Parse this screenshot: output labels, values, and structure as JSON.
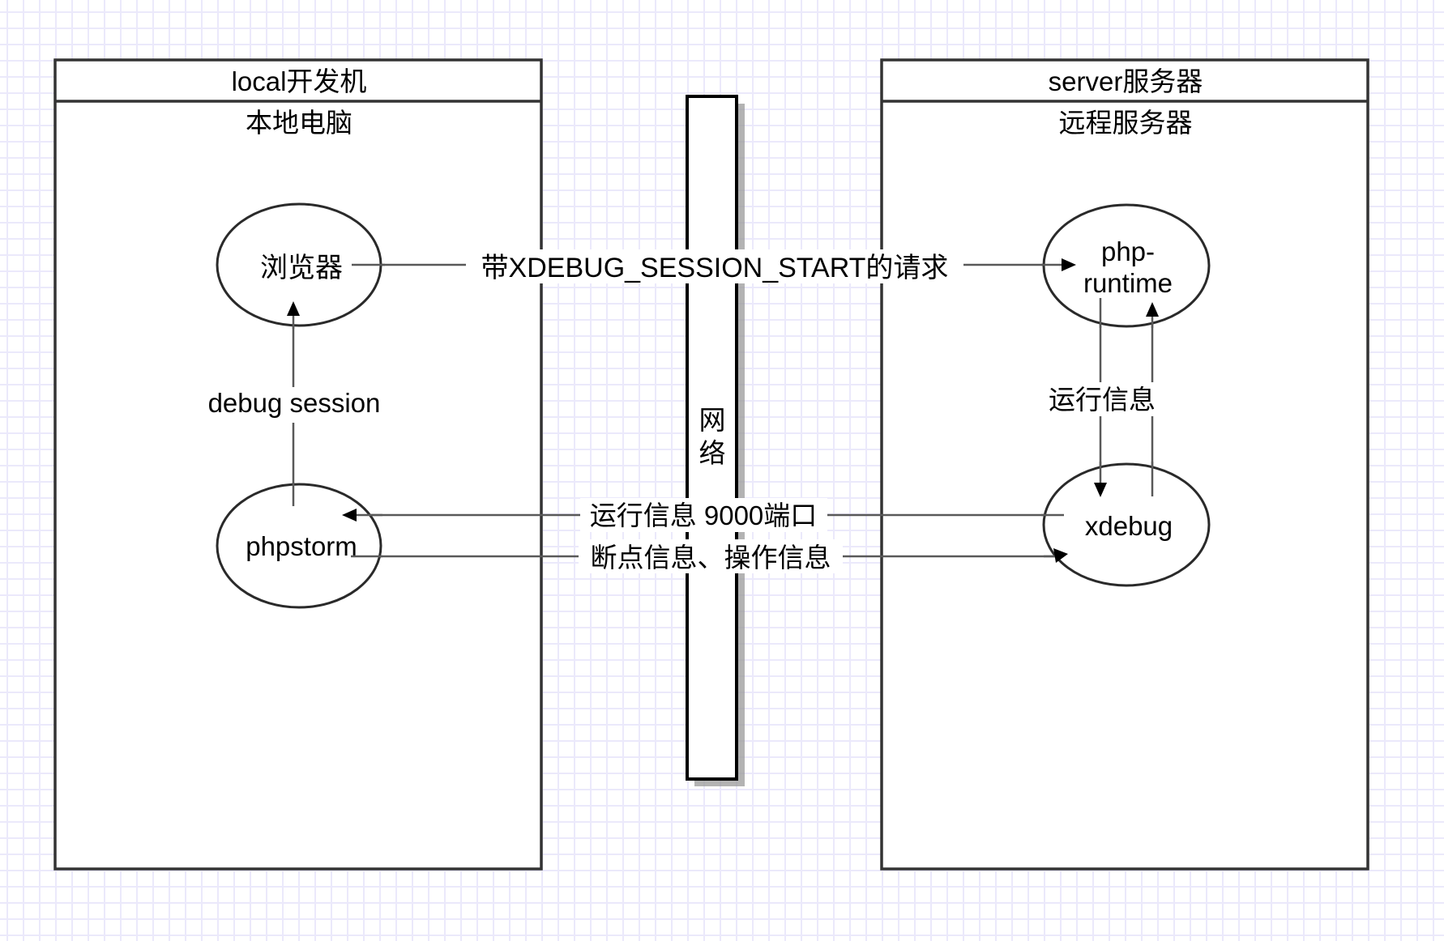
{
  "pools": {
    "local": {
      "title": "local开发机",
      "subtitle": "本地电脑"
    },
    "server": {
      "title": "server服务器",
      "subtitle": "远程服务器"
    }
  },
  "network": {
    "label_line1": "网",
    "label_line2": "络",
    "label": "网络"
  },
  "nodes": {
    "browser": "浏览器",
    "phpstorm": "phpstorm",
    "php_runtime_line1": "php-",
    "php_runtime_line2": "runtime",
    "xdebug": "xdebug"
  },
  "edges": {
    "browser_to_runtime": "带XDEBUG_SESSION_START的请求",
    "phpstorm_to_browser": "debug session",
    "runtime_xdebug": "运行信息",
    "xdebug_to_phpstorm": "运行信息 9000端口",
    "phpstorm_to_xdebug": "断点信息、操作信息"
  },
  "colors": {
    "grid": "#ebe9fb",
    "stroke": "#333333",
    "connector": "#595959"
  }
}
